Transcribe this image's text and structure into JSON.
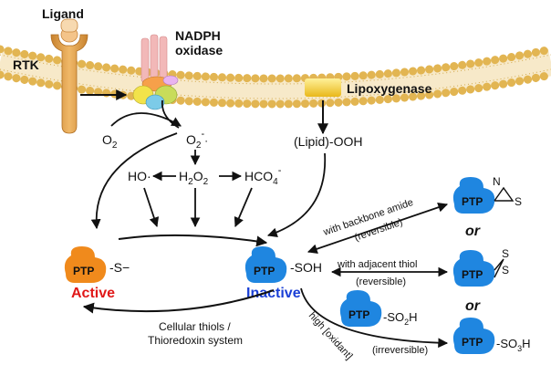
{
  "membrane": {
    "ligand": "Ligand",
    "rtk": "RTK",
    "nadph_line1": "NADPH",
    "nadph_line2": "oxidase",
    "lipoxygenase": "Lipoxygenase"
  },
  "species": {
    "o2": "O",
    "o2_sub": "2",
    "superoxide": "O",
    "superoxide_sub": "2",
    "superoxide_sup": "-",
    "hydroxyl": "HO·",
    "h2o2_a": "H",
    "h2o2_sub1": "2",
    "h2o2_b": "O",
    "h2o2_sub2": "2",
    "hco4": "HCO",
    "hco4_sub": "4",
    "hco4_sup": "-",
    "lipid_ooh": "(Lipid)-OOH"
  },
  "ptp": {
    "label": "PTP",
    "active_thiolate": "S−",
    "active_state": "Active",
    "inactive_group": "SOH",
    "inactive_state": "Inactive",
    "sulfinic_a": "SO",
    "sulfinic_sub": "2",
    "sulfinic_b": "H",
    "sulfonic_a": "SO",
    "sulfonic_sub": "3",
    "sulfonic_b": "H",
    "amide_n": "N",
    "amide_s": "S",
    "disulfide_s1": "S",
    "disulfide_s2": "S"
  },
  "reactions": {
    "backbone_amide": "with backbone amide",
    "backbone_reversible": "(reversible)",
    "adjacent_thiol": "with adjacent thiol",
    "thiol_reversible": "(reversible)",
    "high_oxidant": "high [oxidant]",
    "irreversible": "(irreversible)",
    "reduction_line1": "Cellular thiols /",
    "reduction_line2": "Thioredoxin system"
  },
  "connectors": {
    "or1": "or",
    "or2": "or"
  },
  "colors": {
    "active_orange": "#f08a1c",
    "ptp_blue": "#1f86e0",
    "active_text": "#e01818",
    "inactive_text": "#1a3fd6",
    "membrane": "#e8c064",
    "lipoxygenase": "#f5cf3a",
    "rtk": "#e2a04e"
  }
}
